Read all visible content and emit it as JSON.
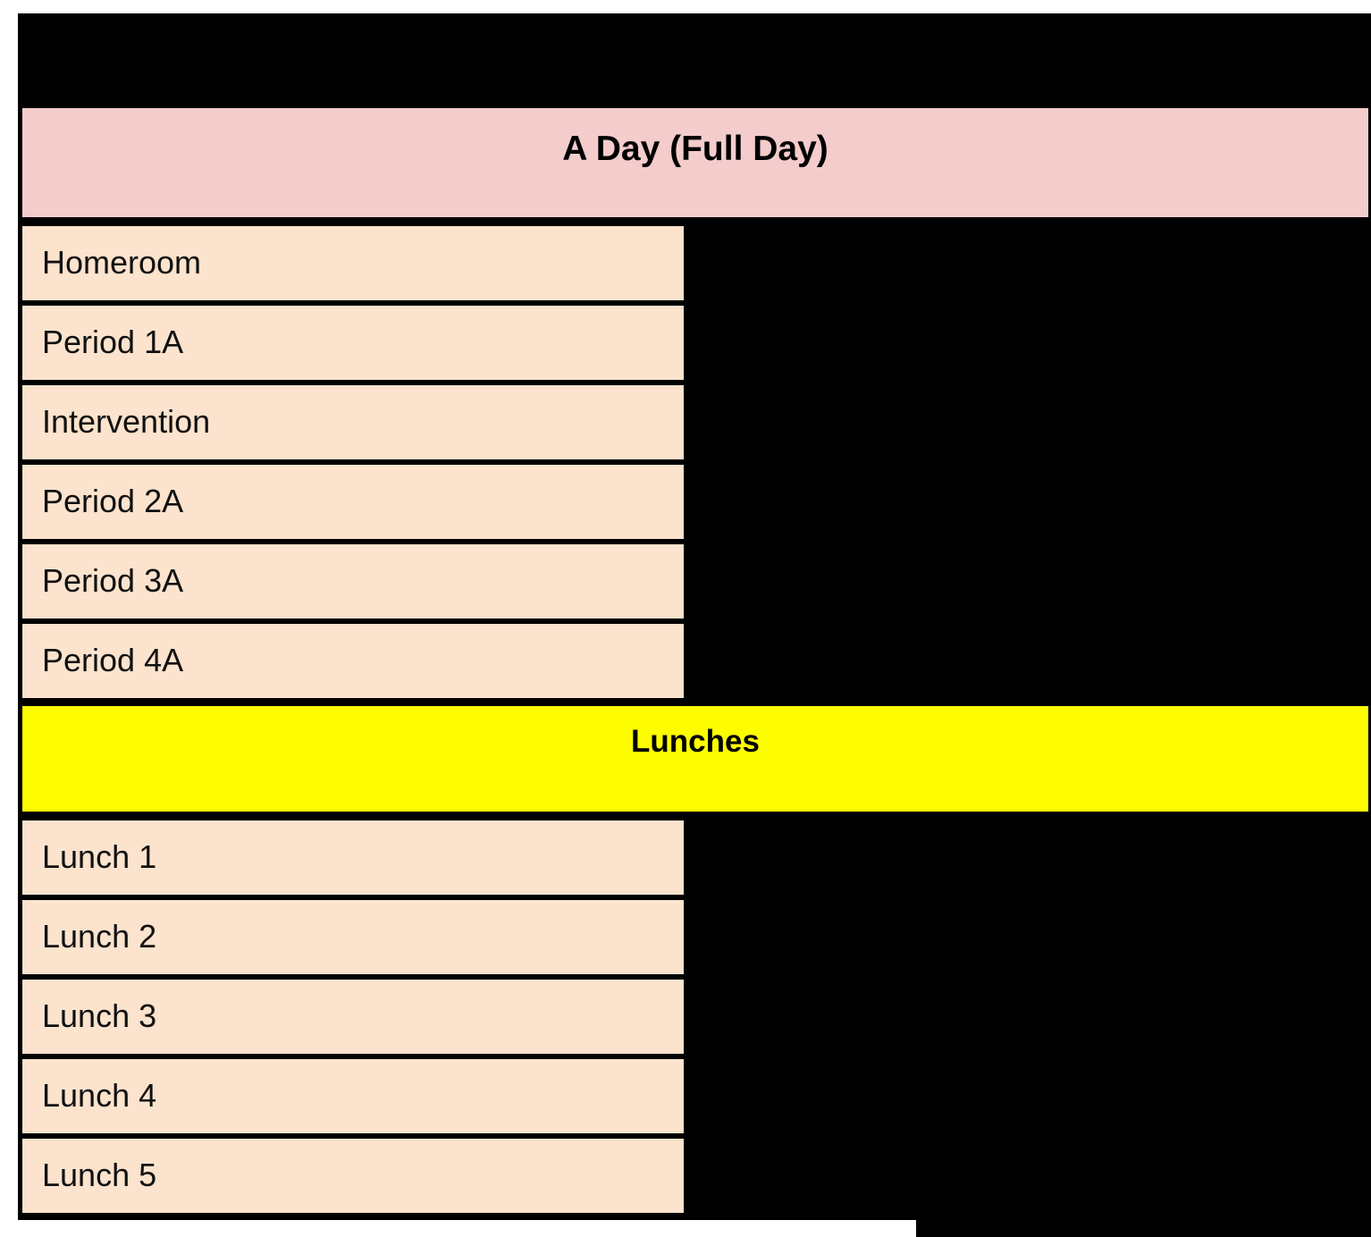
{
  "page": {
    "background_color": "#000000",
    "paper_color": "#ffffff"
  },
  "schedule": {
    "header": {
      "label": "A Day (Full Day)",
      "background_color": "#f4cccc"
    },
    "morning_rows": [
      {
        "label": "Homeroom"
      },
      {
        "label": "Period 1A"
      },
      {
        "label": "Intervention"
      },
      {
        "label": "Period 2A"
      },
      {
        "label": "Period 3A"
      },
      {
        "label": "Period 4A"
      }
    ],
    "lunches_divider": {
      "label": "Lunches",
      "background_color": "#fdfd00"
    },
    "lunch_rows": [
      {
        "label": "Lunch 1"
      },
      {
        "label": "Lunch 2"
      },
      {
        "label": "Lunch 3"
      },
      {
        "label": "Lunch 4"
      },
      {
        "label": "Lunch 5"
      }
    ],
    "cell_background_color": "#fbe3cd",
    "border_color": "#000000"
  }
}
